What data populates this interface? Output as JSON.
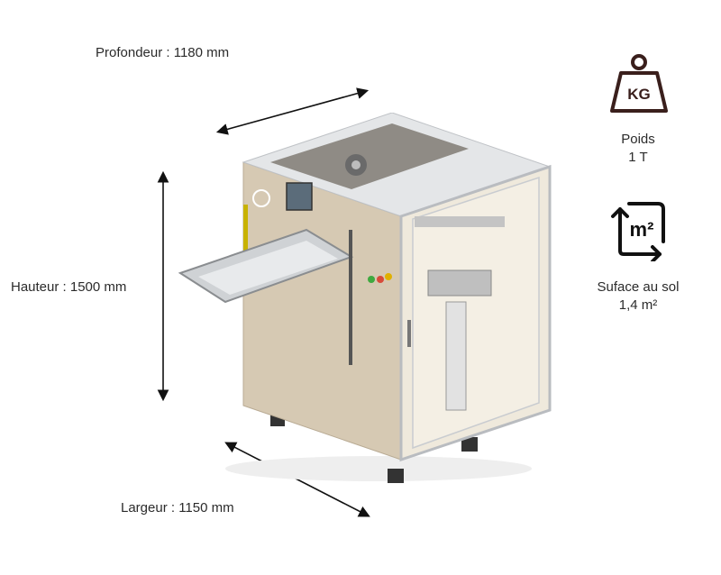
{
  "dimensions": {
    "depth": "Profondeur : 1180 mm",
    "height": "Hauteur : 1500 mm",
    "width": "Largeur : 1150 mm"
  },
  "specs": {
    "weight": {
      "icon": "weight-kg-icon",
      "icon_text": "KG",
      "title": "Poids",
      "value": "1 T"
    },
    "area": {
      "icon": "square-meter-icon",
      "icon_text": "m²",
      "title": "Suface au sol",
      "value": "1,4 m²"
    }
  },
  "colors": {
    "icon_dark": "#3a1f1c",
    "machine_body": "#d9cdb8",
    "frame": "#c9ccd0",
    "text": "#2b2b2b"
  }
}
